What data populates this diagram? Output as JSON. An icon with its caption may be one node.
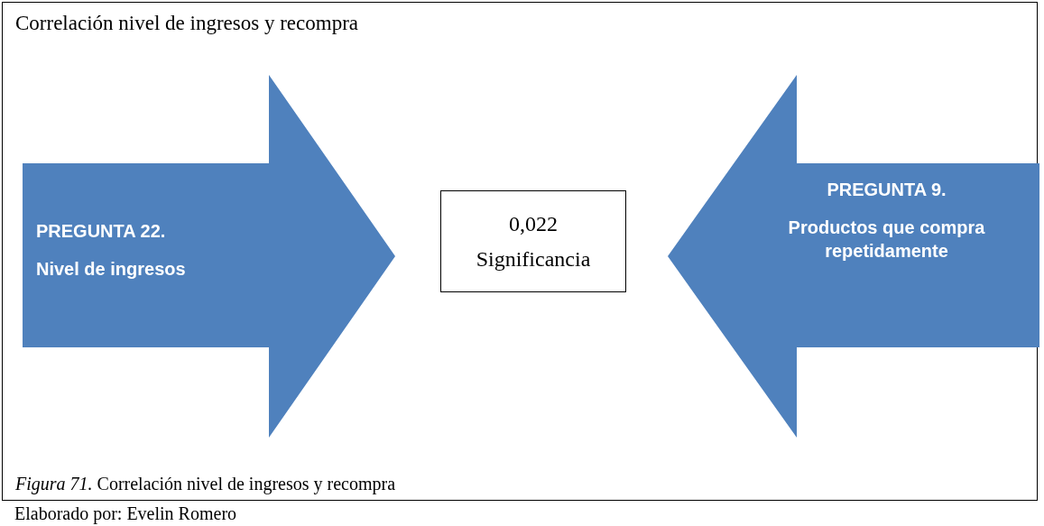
{
  "diagram": {
    "title": "Correlación nivel de ingresos y recompra",
    "nodes": [
      {
        "text": [
          "PREGUNTA 22.",
          "Nivel de ingresos"
        ]
      },
      {
        "text": [
          "0,022",
          "Significancia"
        ]
      },
      {
        "text": [
          "PREGUNTA 9.",
          "Productos  que compra repetidamente"
        ]
      }
    ],
    "caption": "*Figura 71.* Correlación nivel de ingresos y recompra",
    "labels": [
      "Elaborado por: Evelin Romero"
    ]
  }
}
